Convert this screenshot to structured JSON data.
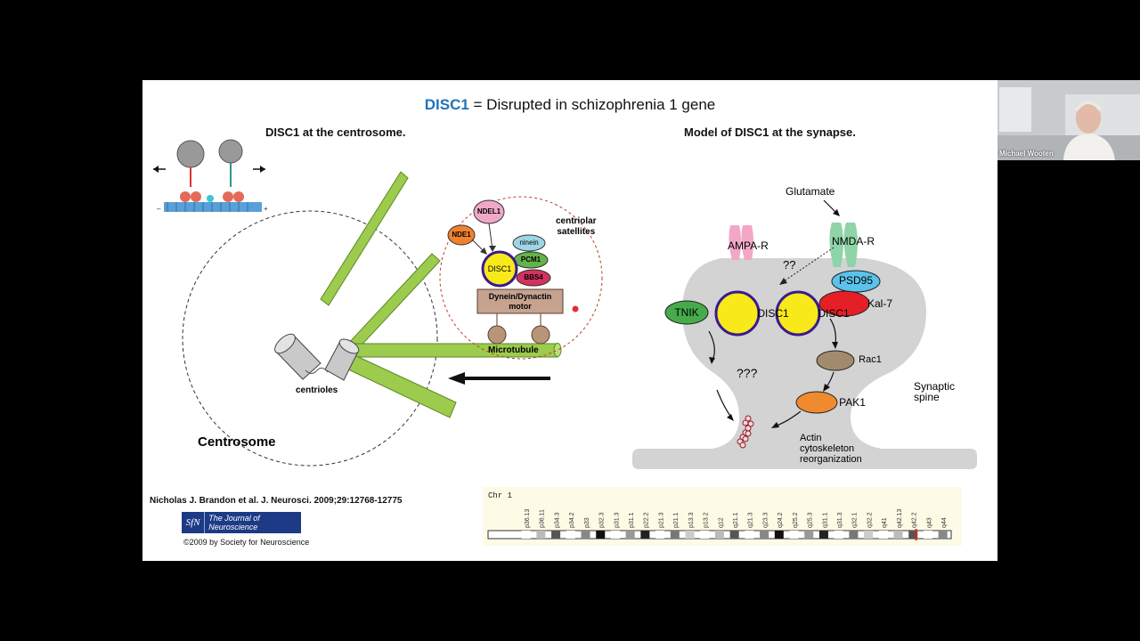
{
  "slide": {
    "title_accent": "DISC1",
    "title_rest": " = Disrupted in schizophrenia 1 gene",
    "accent_color": "#1f74b8",
    "left_subtitle": "DISC1 at the centrosome.",
    "right_subtitle": "Model of DISC1 at the synapse."
  },
  "left_diagram": {
    "centrosome_label": "Centrosome",
    "centrioles_label": "centrioles",
    "satellites_label_1": "centriolar",
    "satellites_label_2": "satellites",
    "proteins": {
      "ndel1": "NDEL1",
      "nde1": "NDE1",
      "ninein": "ninein",
      "disc1": "DISC1",
      "pcm1": "PCM1",
      "bbs4": "BBS4"
    },
    "motor_label_1": "Dynein/Dynactin",
    "motor_label_2": "motor",
    "microtubule_label": "Microtubule"
  },
  "right_diagram": {
    "glutamate": "Glutamate",
    "ampa": "AMPA-R",
    "nmda": "NMDA-R",
    "unknown2": "??",
    "psd95": "PSD95",
    "tnik": "TNIK",
    "disc1_a": "DISC1",
    "disc1_b": "DISC1",
    "kal7": "Kal-7",
    "unknown3": "???",
    "rac1": "Rac1",
    "pak1": "PAK1",
    "spine_1": "Synaptic",
    "spine_2": "spine",
    "actin_1": "Actin",
    "actin_2": "cytoskeleton",
    "actin_3": "reorganization"
  },
  "citation": {
    "text": "Nicholas J. Brandon et al. J. Neurosci. 2009;29:12768-12775",
    "journal": "The Journal of Neuroscience",
    "journal_mark": "SfN",
    "copyright": "©2009 by Society for Neuroscience"
  },
  "chromosome": {
    "title": "Chr 1",
    "bands": [
      "p36.13",
      "p36.11",
      "p34.3",
      "p34.2",
      "p33",
      "p32.3",
      "p31.3",
      "p31.1",
      "p22.2",
      "p21.3",
      "p21.1",
      "p13.3",
      "p13.2",
      "q12",
      "q21.1",
      "q21.3",
      "q23.3",
      "q24.2",
      "q25.2",
      "q25.3",
      "q31.1",
      "q31.3",
      "q32.1",
      "q32.2",
      "q41",
      "q42.13",
      "q42.2",
      "q43",
      "q44"
    ]
  },
  "video": {
    "participant_name": "Michael Wooten"
  }
}
